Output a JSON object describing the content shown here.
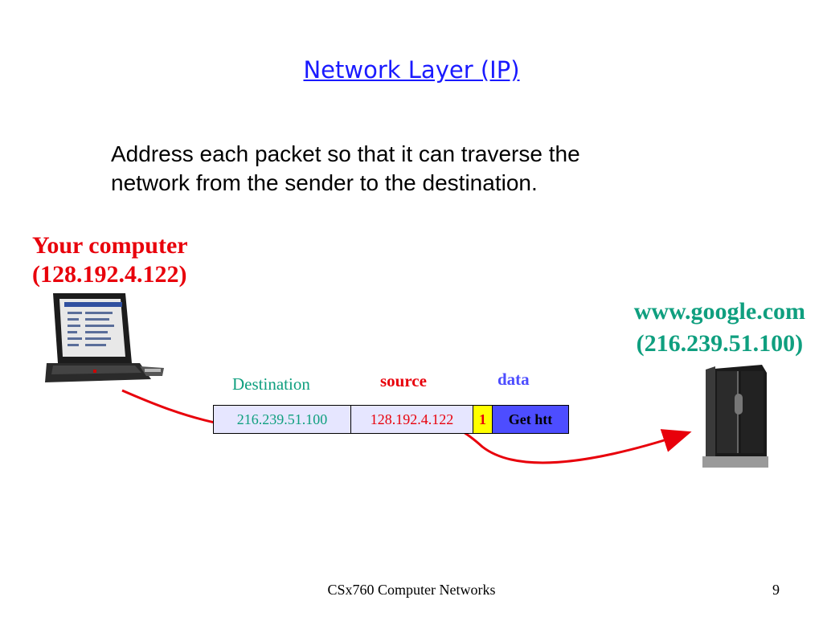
{
  "slide": {
    "title": "Network Layer (IP)",
    "body_line1": "Address each packet so that it can traverse the",
    "body_line2": "network from the sender to the destination."
  },
  "sender": {
    "name": "Your computer",
    "ip": "(128.192.4.122)"
  },
  "receiver": {
    "name": "www.google.com",
    "ip": "(216.239.51.100)"
  },
  "packet": {
    "headers": {
      "destination": "Destination",
      "source": "source",
      "data": "data"
    },
    "destination": "216.239.51.100",
    "source": "128.192.4.122",
    "number": "1",
    "data": "Get htt"
  },
  "footer": {
    "course": "CSx760 Computer Networks",
    "page": "9"
  },
  "colors": {
    "title": "#1a1aff",
    "red": "#e8000b",
    "teal": "#0f9f7f",
    "blue": "#4d4dff",
    "yellow": "#ffff00"
  }
}
